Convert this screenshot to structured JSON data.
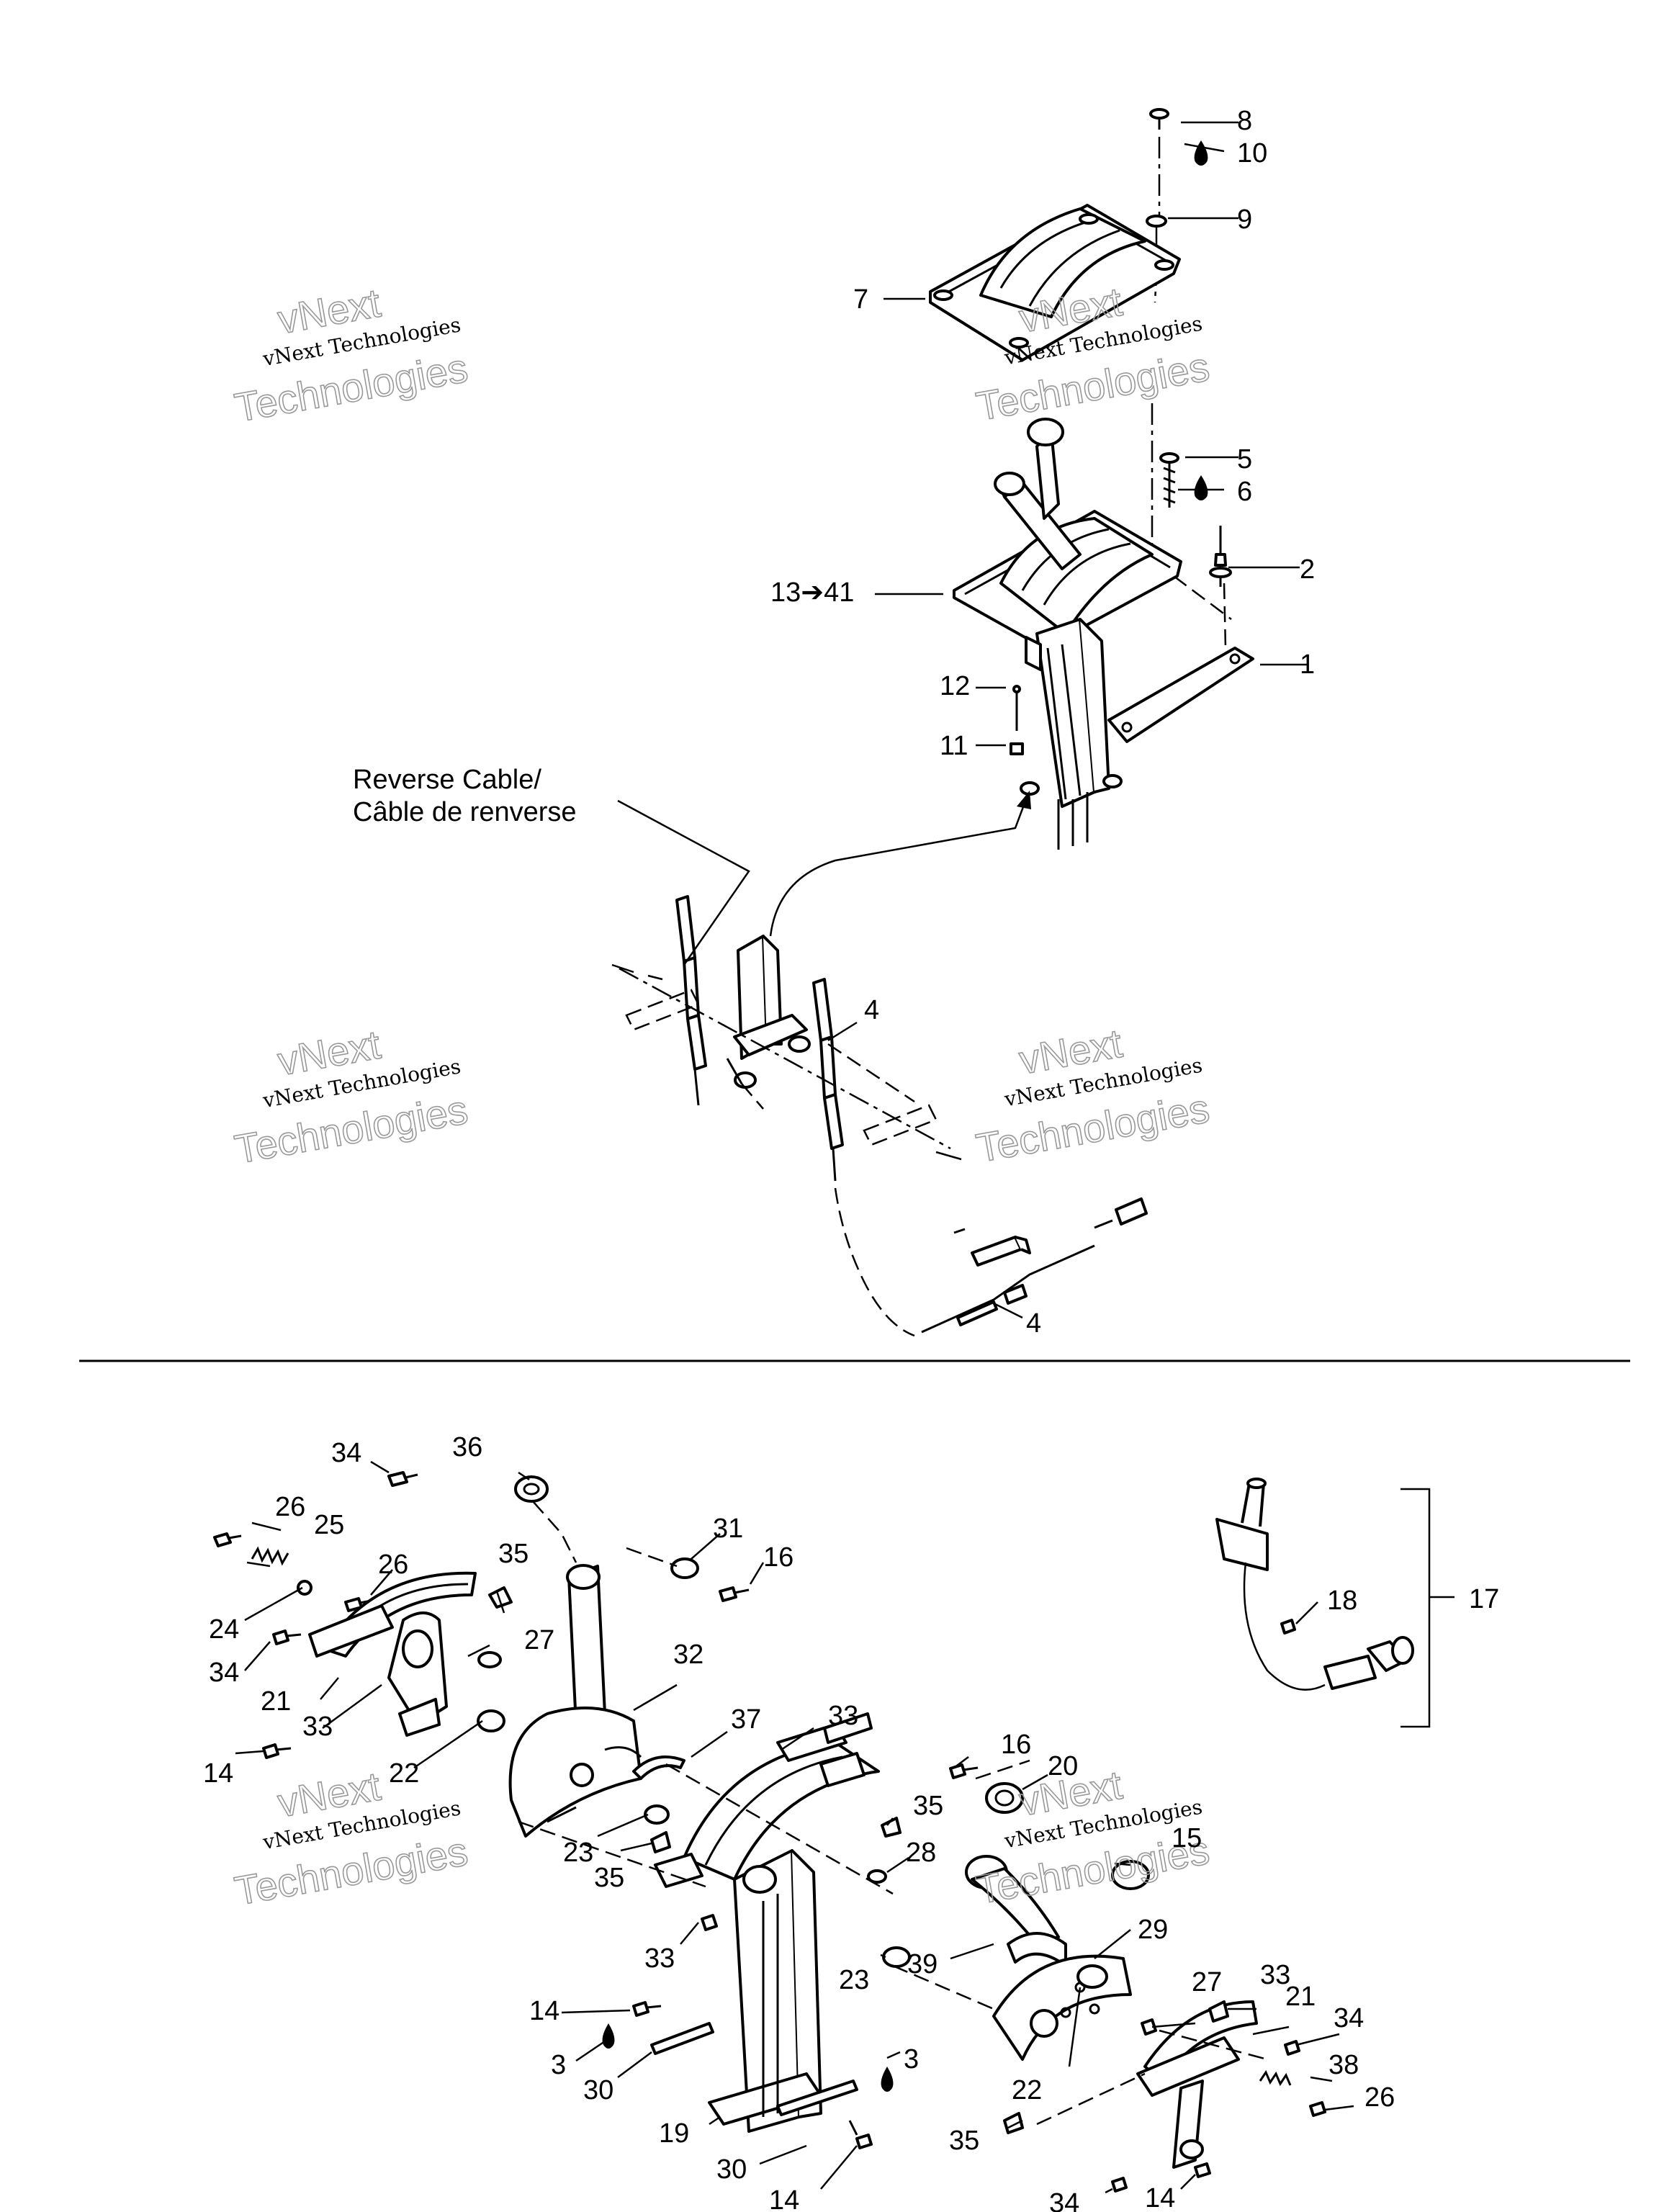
{
  "callouts": {
    "c1": "1",
    "c2": "2",
    "c3a": "3",
    "c3b": "3",
    "c4a": "4",
    "c4b": "4",
    "c5": "5",
    "c6": "6",
    "c7": "7",
    "c8": "8",
    "c9": "9",
    "c10": "10",
    "c11": "11",
    "c12": "12",
    "c13_41": "13➔41",
    "c14a": "14",
    "c14b": "14",
    "c14c": "14",
    "c14d": "14",
    "c15": "15",
    "c16a": "16",
    "c16b": "16",
    "c17": "17",
    "c18": "18",
    "c19": "19",
    "c20": "20",
    "c21a": "21",
    "c21b": "21",
    "c22a": "22",
    "c22b": "22",
    "c23a": "23",
    "c23b": "23",
    "c24": "24",
    "c25": "25",
    "c26a": "26",
    "c26b": "26",
    "c26c": "26",
    "c27a": "27",
    "c27b": "27",
    "c28": "28",
    "c29": "29",
    "c30a": "30",
    "c30b": "30",
    "c31": "31",
    "c32": "32",
    "c33a": "33",
    "c33b": "33",
    "c33c": "33",
    "c33d": "33",
    "c34a": "34",
    "c34b": "34",
    "c34c": "34",
    "c34d": "34",
    "c35a": "35",
    "c35b": "35",
    "c35c": "35",
    "c35d": "35",
    "c36": "36",
    "c37": "37",
    "c38": "38",
    "c39": "39"
  },
  "reverse_cable_label": {
    "line1": "Reverse Cable/",
    "line2": "Câble de renverse"
  },
  "watermark": {
    "top": "vNext",
    "line1": "vNext Technologies",
    "line2": "Technologies"
  },
  "icons": {
    "adhesive": "drop-icon",
    "arrow": "arrow-right-icon"
  }
}
